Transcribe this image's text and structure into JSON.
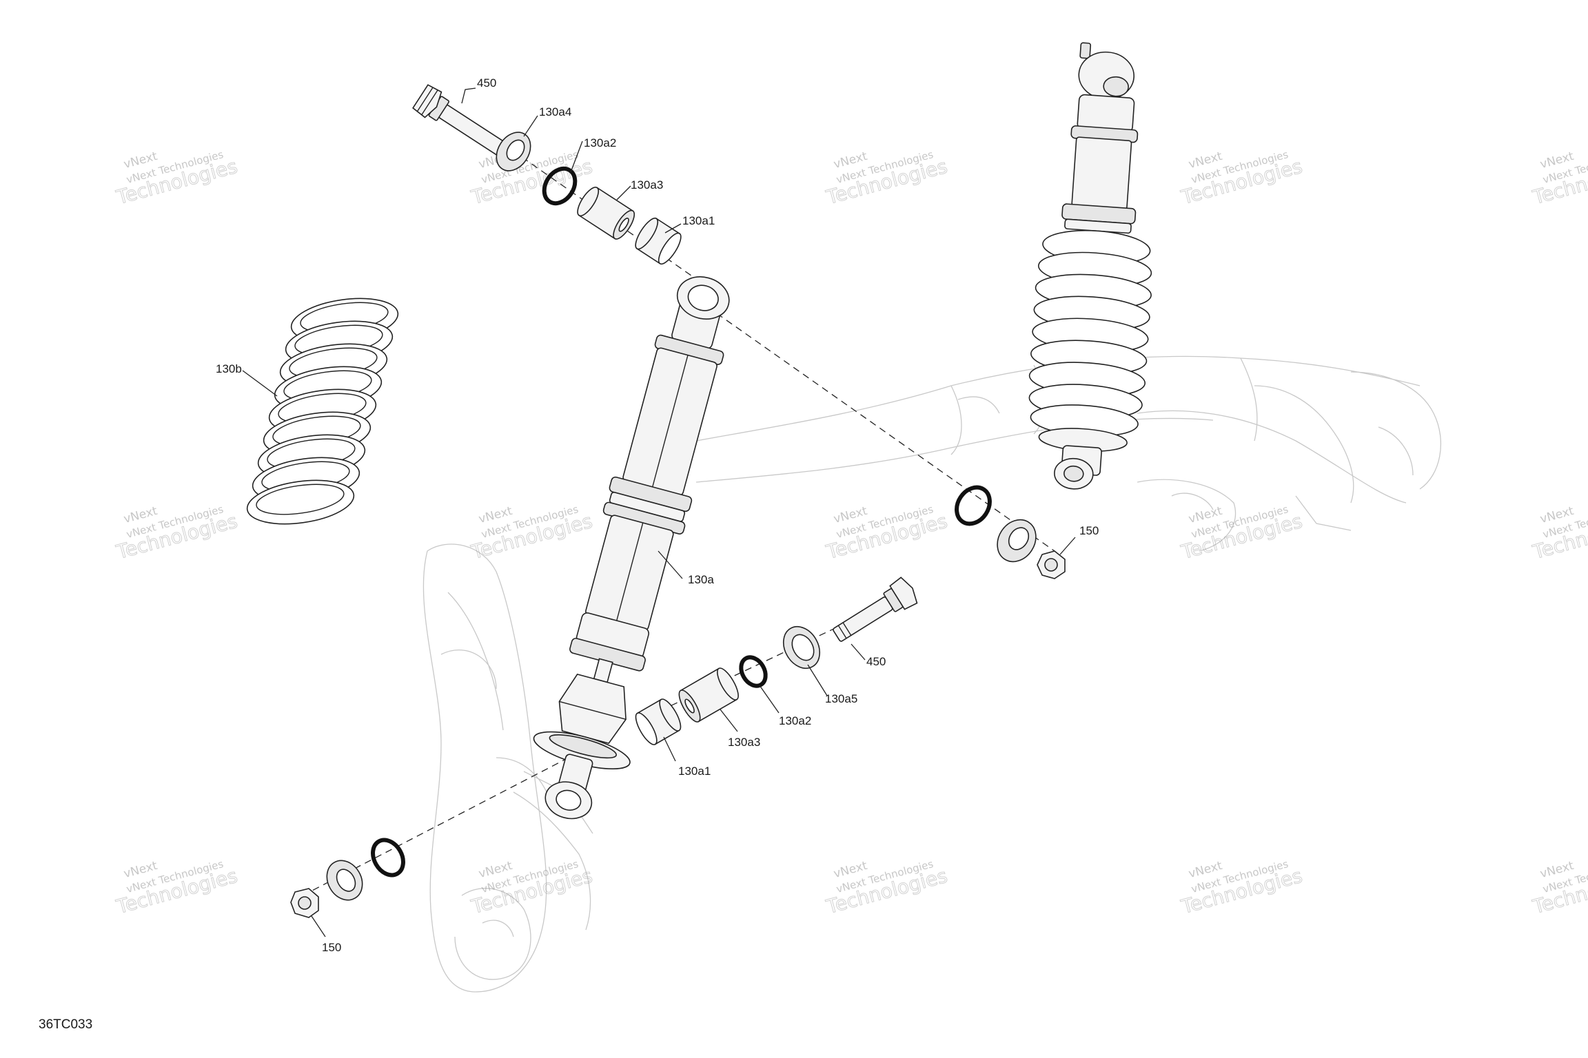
{
  "drawing_code": "36TC033",
  "watermark": {
    "line1": "vNext Technologies",
    "line2": "Technologies",
    "line3": "vNext"
  },
  "callouts": {
    "bolt_top": "450",
    "washer_top": "130a4",
    "clip_top": "130a2",
    "sleeve_top": "130a3",
    "bushing_top": "130a1",
    "spring": "130b",
    "shock": "130a",
    "nut_right": "150",
    "bolt_bottom": "450",
    "washer_bottom": "130a5",
    "clip_bottom": "130a2",
    "sleeve_bottom": "130a3",
    "bushing_bottom": "130a1",
    "nut_left": "150"
  }
}
